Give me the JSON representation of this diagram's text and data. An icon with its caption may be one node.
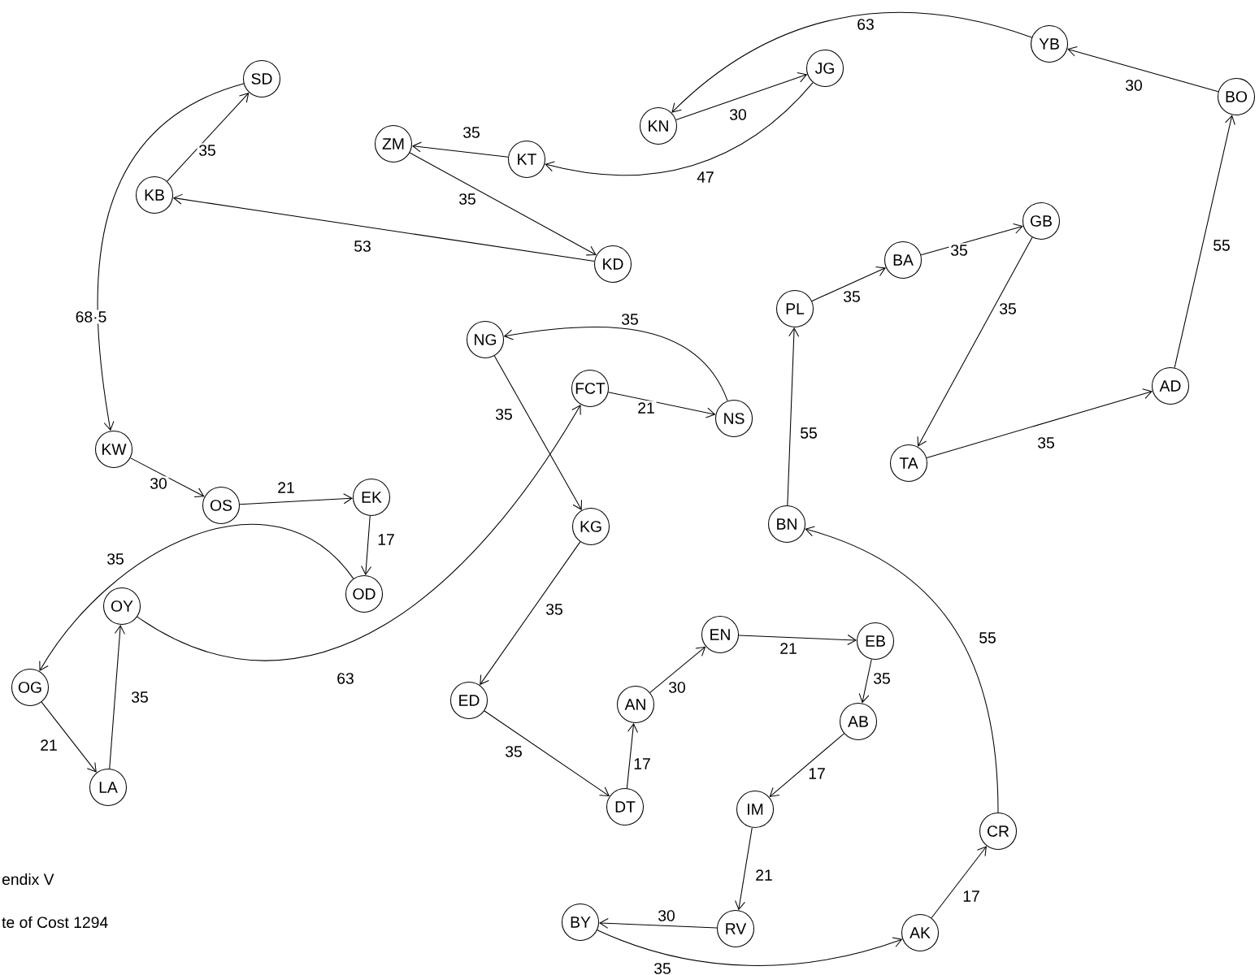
{
  "diagram": {
    "nodes": [
      {
        "text": [
          "SD"
        ]
      },
      {
        "text": [
          "KB"
        ]
      },
      {
        "text": [
          "ZM"
        ]
      },
      {
        "text": [
          "KT"
        ]
      },
      {
        "text": [
          "KN"
        ]
      },
      {
        "text": [
          "JG"
        ]
      },
      {
        "text": [
          "YB"
        ]
      },
      {
        "text": [
          "BO"
        ]
      },
      {
        "text": [
          "KD"
        ]
      },
      {
        "text": [
          "PL"
        ]
      },
      {
        "text": [
          "BA"
        ]
      },
      {
        "text": [
          "GB"
        ]
      },
      {
        "text": [
          "NG"
        ]
      },
      {
        "text": [
          "FCT"
        ]
      },
      {
        "text": [
          "NS"
        ]
      },
      {
        "text": [
          "AD"
        ]
      },
      {
        "text": [
          "TA"
        ]
      },
      {
        "text": [
          "KW"
        ]
      },
      {
        "text": [
          "OS"
        ]
      },
      {
        "text": [
          "EK"
        ]
      },
      {
        "text": [
          "BN"
        ]
      },
      {
        "text": [
          "KG"
        ]
      },
      {
        "text": [
          "OD"
        ]
      },
      {
        "text": [
          "OY"
        ]
      },
      {
        "text": [
          "OG"
        ]
      },
      {
        "text": [
          "EN"
        ]
      },
      {
        "text": [
          "EB"
        ]
      },
      {
        "text": [
          "ED"
        ]
      },
      {
        "text": [
          "AN"
        ]
      },
      {
        "text": [
          "AB"
        ]
      },
      {
        "text": [
          "LA"
        ]
      },
      {
        "text": [
          "DT"
        ]
      },
      {
        "text": [
          "IM"
        ]
      },
      {
        "text": [
          "CR"
        ]
      },
      {
        "text": [
          "BY"
        ]
      },
      {
        "text": [
          "RV"
        ]
      },
      {
        "text": [
          "AK"
        ]
      }
    ],
    "edges": [
      {
        "from": 1,
        "to": 0,
        "arrow": "to",
        "label": "35"
      },
      {
        "from": 0,
        "to": 17,
        "arrow": "to",
        "label": "68·5"
      },
      {
        "from": 17,
        "to": 18,
        "arrow": "to",
        "label": "30"
      },
      {
        "from": 18,
        "to": 19,
        "arrow": "to",
        "label": "21"
      },
      {
        "from": 19,
        "to": 22,
        "arrow": "to",
        "label": "17"
      },
      {
        "from": 22,
        "to": 24,
        "arrow": "to",
        "label": "35"
      },
      {
        "from": 24,
        "to": 30,
        "arrow": "to",
        "label": "21"
      },
      {
        "from": 30,
        "to": 23,
        "arrow": "to",
        "label": "35"
      },
      {
        "from": 23,
        "to": 13,
        "arrow": "to",
        "label": "63"
      },
      {
        "from": 13,
        "to": 14,
        "arrow": "to",
        "label": "21"
      },
      {
        "from": 14,
        "to": 12,
        "arrow": "to",
        "label": "35"
      },
      {
        "from": 12,
        "to": 21,
        "arrow": "to",
        "label": "35"
      },
      {
        "from": 21,
        "to": 27,
        "arrow": "to",
        "label": "35"
      },
      {
        "from": 27,
        "to": 31,
        "arrow": "to",
        "label": "35"
      },
      {
        "from": 31,
        "to": 28,
        "arrow": "to",
        "label": "17"
      },
      {
        "from": 28,
        "to": 25,
        "arrow": "to",
        "label": "30"
      },
      {
        "from": 25,
        "to": 26,
        "arrow": "to",
        "label": "21"
      },
      {
        "from": 26,
        "to": 29,
        "arrow": "to",
        "label": "35"
      },
      {
        "from": 29,
        "to": 32,
        "arrow": "to",
        "label": "17"
      },
      {
        "from": 32,
        "to": 35,
        "arrow": "to",
        "label": "21"
      },
      {
        "from": 35,
        "to": 34,
        "arrow": "to",
        "label": "30"
      },
      {
        "from": 34,
        "to": 36,
        "arrow": "to",
        "label": "35"
      },
      {
        "from": 36,
        "to": 33,
        "arrow": "to",
        "label": "17"
      },
      {
        "from": 33,
        "to": 20,
        "arrow": "to",
        "label": "55"
      },
      {
        "from": 20,
        "to": 9,
        "arrow": "to",
        "label": "55"
      },
      {
        "from": 9,
        "to": 10,
        "arrow": "to",
        "label": "35"
      },
      {
        "from": 10,
        "to": 11,
        "arrow": "to",
        "label": "35"
      },
      {
        "from": 11,
        "to": 16,
        "arrow": "to",
        "label": "35"
      },
      {
        "from": 16,
        "to": 15,
        "arrow": "to",
        "label": "35"
      },
      {
        "from": 15,
        "to": 7,
        "arrow": "to",
        "label": "55"
      },
      {
        "from": 7,
        "to": 6,
        "arrow": "to",
        "label": "30"
      },
      {
        "from": 6,
        "to": 4,
        "arrow": "to",
        "label": "63"
      },
      {
        "from": 4,
        "to": 5,
        "arrow": "to",
        "label": "30"
      },
      {
        "from": 5,
        "to": 3,
        "arrow": "to",
        "label": "47"
      },
      {
        "from": 3,
        "to": 2,
        "arrow": "to",
        "label": "35"
      },
      {
        "from": 2,
        "to": 8,
        "arrow": "to",
        "label": "35"
      },
      {
        "from": 8,
        "to": 1,
        "arrow": "to",
        "label": "53"
      }
    ],
    "labels": [
      "endix V",
      "te of Cost 1294"
    ]
  }
}
